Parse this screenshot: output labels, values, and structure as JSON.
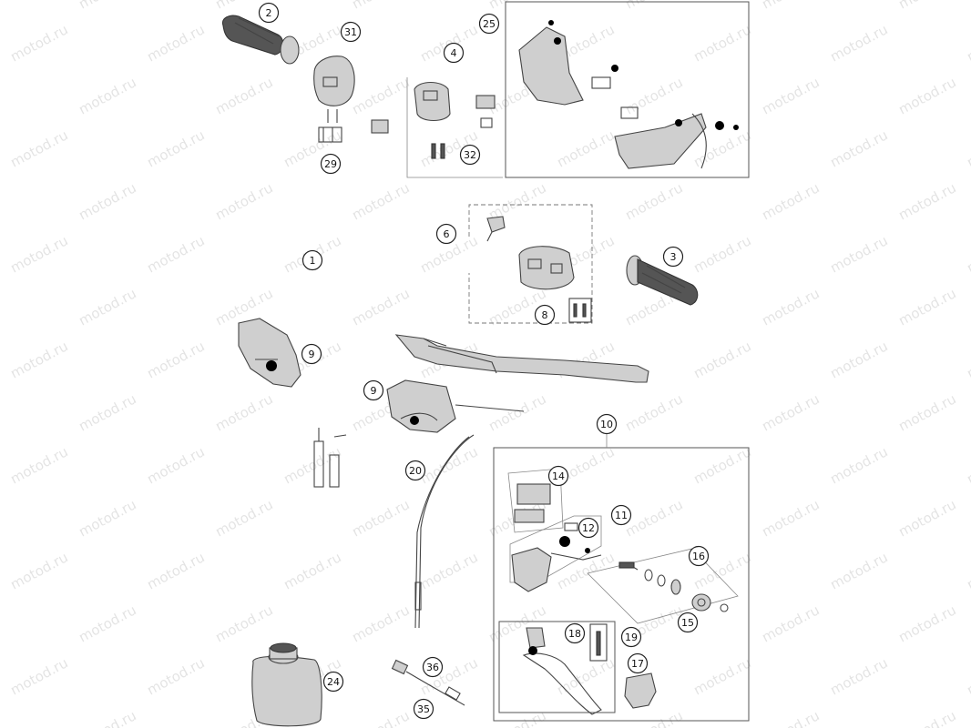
{
  "watermark": "motod.ru",
  "callouts": [
    {
      "id": "c2",
      "label": "2"
    },
    {
      "id": "c31",
      "label": "31"
    },
    {
      "id": "c4",
      "label": "4"
    },
    {
      "id": "c25",
      "label": "25"
    },
    {
      "id": "c29",
      "label": "29"
    },
    {
      "id": "c32",
      "label": "32"
    },
    {
      "id": "c6",
      "label": "6"
    },
    {
      "id": "c1",
      "label": "1"
    },
    {
      "id": "c3",
      "label": "3"
    },
    {
      "id": "c8",
      "label": "8"
    },
    {
      "id": "c9a",
      "label": "9"
    },
    {
      "id": "c9b",
      "label": "9"
    },
    {
      "id": "c10",
      "label": "10"
    },
    {
      "id": "c20",
      "label": "20"
    },
    {
      "id": "c14",
      "label": "14"
    },
    {
      "id": "c11",
      "label": "11"
    },
    {
      "id": "c12",
      "label": "12"
    },
    {
      "id": "c16",
      "label": "16"
    },
    {
      "id": "c15",
      "label": "15"
    },
    {
      "id": "c18",
      "label": "18"
    },
    {
      "id": "c19",
      "label": "19"
    },
    {
      "id": "c17",
      "label": "17"
    },
    {
      "id": "c24",
      "label": "24"
    },
    {
      "id": "c36",
      "label": "36"
    },
    {
      "id": "c35",
      "label": "35"
    }
  ]
}
